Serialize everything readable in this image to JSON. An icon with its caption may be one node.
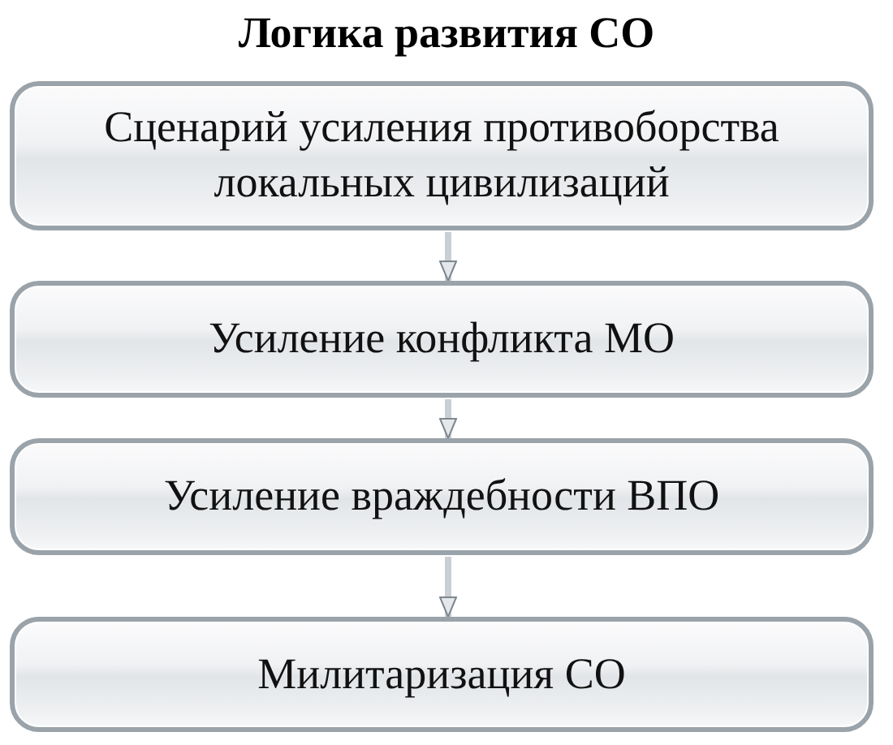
{
  "diagram": {
    "title": "Логика развития СО",
    "nodes": [
      {
        "text": [
          "Сценарий усиления противоборства локальных цивилизаций"
        ]
      },
      {
        "text": [
          "Усиление конфликта МО"
        ]
      },
      {
        "text": [
          "Усиление враждебности ВПО"
        ]
      },
      {
        "text": [
          "Милитаризация СО"
        ]
      }
    ],
    "edges": [
      {
        "from": 0,
        "to": 1,
        "arrow": "to"
      },
      {
        "from": 1,
        "to": 2,
        "arrow": "to"
      },
      {
        "from": 2,
        "to": 3,
        "arrow": "to"
      }
    ]
  }
}
